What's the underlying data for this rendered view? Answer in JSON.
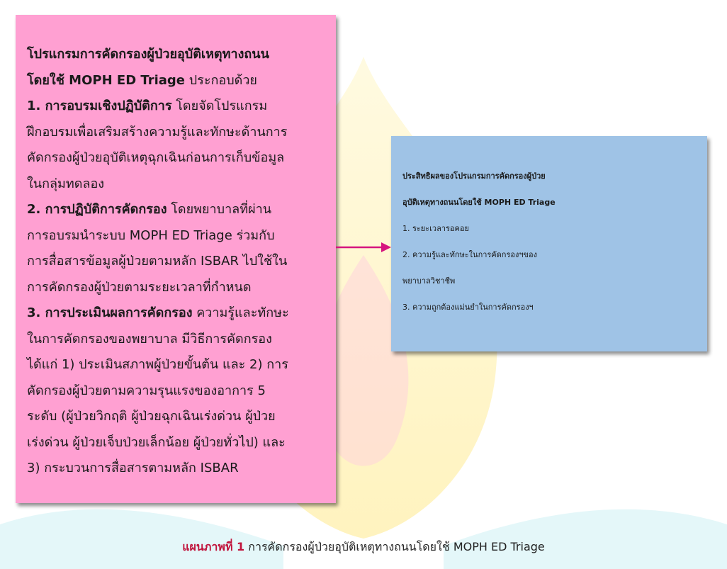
{
  "colors": {
    "left_box_fill": "#ffa0d2",
    "right_box_fill": "#9fc3e6",
    "arrow": "#d6157f",
    "caption_label": "#c0143c"
  },
  "left_box": {
    "title_line1": "โปรแกรมการคัดกรองผู้ป่วยอุบัติเหตุทางถนน",
    "title_line2_bold": "โดยใช้ MOPH ED Triage",
    "title_line2_rest": " ประกอบด้วย",
    "item1_bold": "1. การอบรมเชิงปฏิบัติการ",
    "item1_rest": " โดยจัดโปรแกรม",
    "item1_line2": "ฝึกอบรมเพื่อเสริมสร้างความรู้และทักษะด้านการ",
    "item1_line3": "คัดกรองผู้ป่วยอุบัติเหตุฉุกเฉินก่อนการเก็บข้อมูล",
    "item1_line4": "ในกลุ่มทดลอง",
    "item2_bold": "2. การปฏิบัติการคัดกรอง",
    "item2_rest": " โดยพยาบาลที่ผ่าน",
    "item2_line2": "การอบรมนำระบบ MOPH ED Triage ร่วมกับ",
    "item2_line3": "การสื่อสารข้อมูลผู้ป่วยตามหลัก ISBAR ไปใช้ใน",
    "item2_line4": "การคัดกรองผู้ป่วยตามระยะเวลาที่กำหนด",
    "item3_bold": "3. การประเมินผลการคัดกรอง",
    "item3_rest": " ความรู้และทักษะ",
    "item3_line2": "ในการคัดกรองของพยาบาล มีวิธีการคัดกรอง",
    "item3_line3": "ได้แก่ 1) ประเมินสภาพผู้ป่วยขั้นต้น และ 2) การ",
    "item3_line4": "คัดกรองผู้ป่วยตามความรุนแรงของอาการ 5",
    "item3_line5": "ระดับ (ผู้ป่วยวิกฤติ ผู้ป่วยฉุกเฉินเร่งด่วน ผู้ป่วย",
    "item3_line6": "เร่งด่วน ผู้ป่วยเจ็บป่วยเล็กน้อย ผู้ป่วยทั่วไป) และ",
    "item3_line7": "3) กระบวนการสื่อสารตามหลัก ISBAR"
  },
  "right_box": {
    "title_line1": "ประสิทธิผลของโปรแกรมการคัดกรองผู้ป่วย",
    "title_line2": "อุบัติเหตุทางถนนโดยใช้ MOPH ED Triage",
    "item1": "1. ระยะเวลารอคอย",
    "item2_line1": "2. ความรู้และทักษะในการคัดกรองฯของ",
    "item2_line2": "พยาบาลวิชาชีพ",
    "item3": "3. ความถูกต้องแม่นยำในการคัดกรองฯ"
  },
  "caption": {
    "label": "แผนภาพที่ 1",
    "text": " การคัดกรองผู้ป่วยอุบัติเหตุทางถนนโดยใช้ MOPH ED Triage"
  }
}
